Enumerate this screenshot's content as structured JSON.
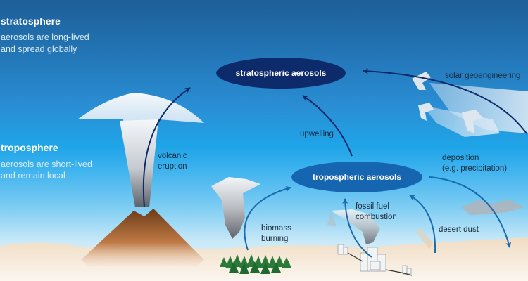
{
  "layers": {
    "stratosphere": {
      "title": "stratosphere",
      "description_line1": "aerosols are long-lived",
      "description_line2": "and spread globally"
    },
    "troposphere": {
      "title": "troposphere",
      "description_line1": "aerosols are short-lived",
      "description_line2": "and remain local"
    }
  },
  "nodes": {
    "stratospheric": {
      "label": "stratospheric aerosols",
      "color": "#0d2a6b"
    },
    "tropospheric": {
      "label": "tropospheric aerosols",
      "color": "#1565b0"
    }
  },
  "processes": {
    "volcanic": {
      "line1": "volcanic",
      "line2": "eruption"
    },
    "upwelling": {
      "label": "upwelling"
    },
    "solar": {
      "label": "solar geoengineering"
    },
    "deposition": {
      "line1": "deposition",
      "line2": "(e.g. precipitation)"
    },
    "biomass": {
      "line1": "biomass",
      "line2": "burning"
    },
    "fossil": {
      "line1": "fossil fuel",
      "line2": "combustion"
    },
    "dust": {
      "label": "desert dust"
    }
  },
  "colors": {
    "dark_arrow": "#0d2a6b",
    "light_arrow": "#1a6aae",
    "volcano": "#9a5a2c",
    "ground": "#f3e3cf"
  }
}
